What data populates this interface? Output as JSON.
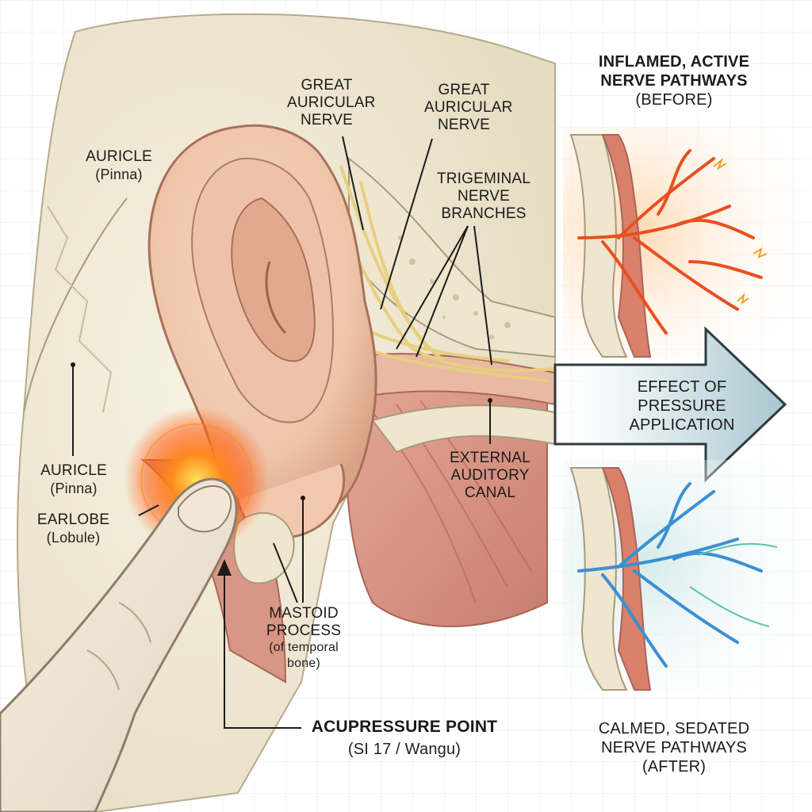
{
  "labels": {
    "auricle_top": {
      "line1": "AURICLE",
      "line2": "(Pinna)"
    },
    "great_auricular_1": {
      "line1": "GREAT",
      "line2": "AURICULAR",
      "line3": "NERVE"
    },
    "great_auricular_2": {
      "line1": "GREAT",
      "line2": "AURICULAR",
      "line3": "NERVE"
    },
    "trigeminal": {
      "line1": "TRIGEMINAL",
      "line2": "NERVE",
      "line3": "BRANCHES"
    },
    "external_canal": {
      "line1": "EXTERNAL",
      "line2": "AUDITORY",
      "line3": "CANAL"
    },
    "auricle_side": {
      "line1": "AURICLE",
      "line2": "(Pinna)"
    },
    "earlobe": {
      "line1": "EARLOBE",
      "line2": "(Lobule)"
    },
    "mastoid": {
      "line1": "MASTOID",
      "line2": "PROCESS",
      "line3": "(of temporal",
      "line4": "bone)"
    },
    "acupressure": {
      "line1": "ACUPRESSURE POINT",
      "line2": "(SI 17 / Wangu)"
    },
    "inflamed": {
      "line1": "INFLAMED, ACTIVE",
      "line2": "NERVE PATHWAYS",
      "line3": "(BEFORE)"
    },
    "effect": {
      "line1": "EFFECT OF",
      "line2": "PRESSURE",
      "line3": "APPLICATION"
    },
    "calmed": {
      "line1": "CALMED, SEDATED",
      "line2": "NERVE PATHWAYS",
      "line3": "(AFTER)"
    }
  },
  "colors": {
    "skin": "#f1cdb3",
    "bone": "#efe6cf",
    "nerve": "#e9d48a",
    "inflamed": "#e8501e",
    "calm": "#3c8fd1",
    "pressure_glow": "#ff7a1a",
    "arrow": "#cfe3e8"
  }
}
